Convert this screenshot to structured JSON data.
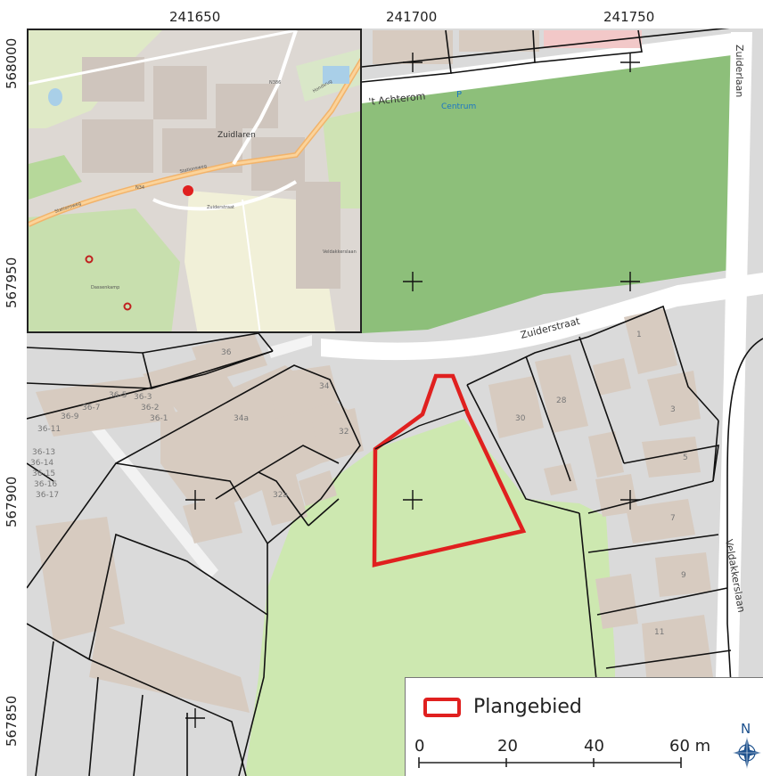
{
  "coordinates": {
    "top": [
      "241650",
      "241700",
      "241750"
    ],
    "left": [
      "568000",
      "567950",
      "567900",
      "567850"
    ]
  },
  "streets": {
    "achterom": "'t Achterom",
    "parking": "P",
    "centrum": "Centrum",
    "zuiderstraat": "Zuiderstraat",
    "zuiderlaan": "Zuiderlaan",
    "veldakkerslaan": "Veldakkerslaan"
  },
  "house_numbers": [
    "36",
    "34",
    "34a",
    "32",
    "32a",
    "30",
    "28",
    "1",
    "3",
    "5",
    "7",
    "9",
    "11",
    "36-5",
    "36-3",
    "36-2",
    "36-1",
    "36-7",
    "36-9",
    "36-11",
    "36-13",
    "36-14",
    "36-15",
    "36-16",
    "36-17"
  ],
  "inset": {
    "town": "Zuidlaren",
    "roads": [
      "Stationsweg",
      "Stationsweg",
      "Hondsrug",
      "N386",
      "N34",
      "Zuiderstraat",
      "Veldakkerslaan"
    ],
    "place": "Dassenkamp"
  },
  "legend": {
    "plan_area": "Plangebied",
    "scale_labels": [
      "0",
      "20",
      "40",
      "60 m"
    ],
    "north": "N"
  },
  "colors": {
    "plan_outline": "#e0201f",
    "plan_fill": "#cde8b0",
    "park": "#8dbf7a",
    "building": "#d7cbc0",
    "road": "#ffffff",
    "parcel_line": "#111111"
  }
}
